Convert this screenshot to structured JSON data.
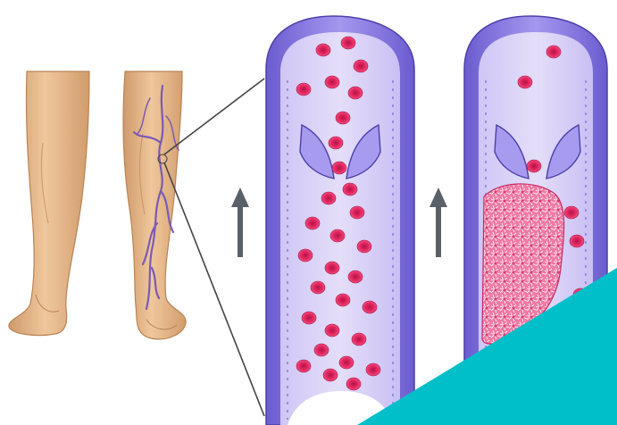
{
  "image": {
    "kind": "medical-illustration",
    "colors": {
      "background": "#ffffff",
      "skin": "#e8bb8c",
      "skin_shadow": "#c98f5e",
      "vein": "#7b5bb5",
      "vessel_wall": "#8e7fe0",
      "vessel_wall_dark": "#5a4bb8",
      "vessel_lumen": "#d9d2f6",
      "vessel_lumen_deep": "#b9aef0",
      "valve": "#9d90ea",
      "blood_cell": "#e0265e",
      "blood_cell_dark": "#b4134a",
      "clot": "#f07fa8",
      "clot_fiber": "#fff0f4",
      "arrow": "#5a6068",
      "callout_line": "#444444",
      "teal_accent": "#00bfc8"
    },
    "panels": [
      {
        "id": "legs",
        "depicts": "legs-rear-view-with-varicose-vein"
      },
      {
        "id": "normal-vein",
        "depicts": "open-vein-with-valve-and-flowing-blood"
      },
      {
        "id": "blocked-vein",
        "depicts": "vein-with-blood-clot"
      }
    ],
    "flow_direction": "up"
  }
}
